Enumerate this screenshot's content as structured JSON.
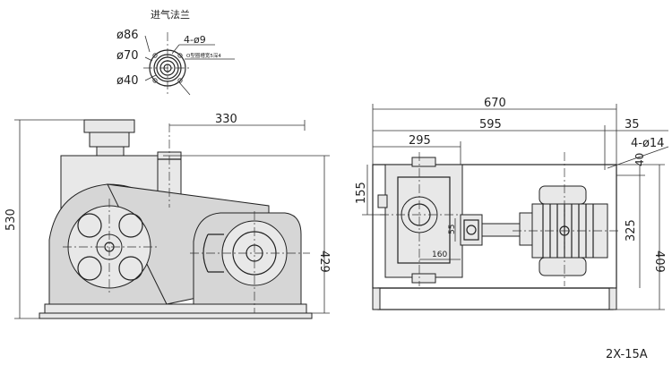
{
  "flange": {
    "title": "进气法兰",
    "d86": "ø86",
    "d70": "ø70",
    "d40": "ø40",
    "holes": "4-ø9",
    "note": "O型圈槽宽5深4"
  },
  "side_view": {
    "width_330": "330",
    "height_530": "530",
    "height_429": "429"
  },
  "top_view": {
    "len_670": "670",
    "len_595": "595",
    "len_295": "295",
    "len_35": "35",
    "holes": "4-ø14",
    "d155": "155",
    "d40": "40",
    "d325": "325",
    "d409": "409",
    "d55": "55",
    "d160": "160"
  },
  "model": "2X-15A"
}
